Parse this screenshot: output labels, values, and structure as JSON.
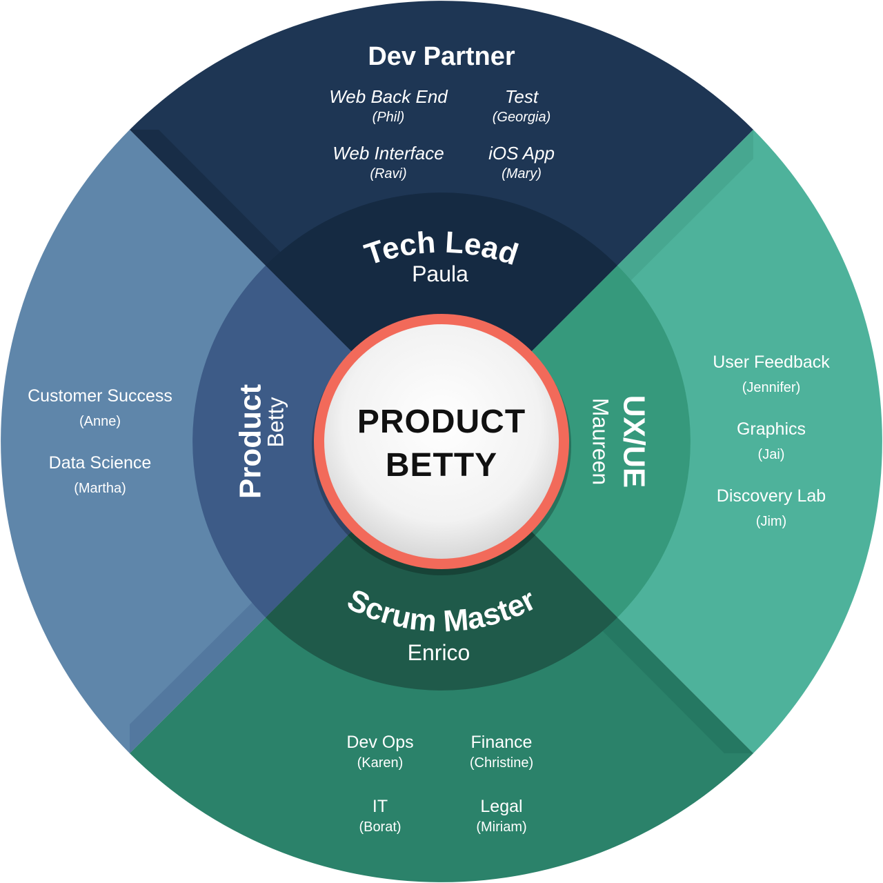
{
  "center": {
    "line1": "PRODUCT",
    "line2": "BETTY"
  },
  "colors": {
    "top_outer": "#1e3654",
    "top_inner": "#152a42",
    "left_outer": "#5f86aa",
    "left_inner": "#3d5b87",
    "right_outer": "#4eb29b",
    "right_inner": "#36997c",
    "bottom_outer": "#2b826a",
    "bottom_inner": "#1f5a4a",
    "center_ring": "#f26a5a"
  },
  "top": {
    "title": "Dev Partner",
    "items": [
      {
        "label": "Web Back End",
        "name": "(Phil)"
      },
      {
        "label": "Test",
        "name": "(Georgia)"
      },
      {
        "label": "Web Interface",
        "name": "(Ravi)"
      },
      {
        "label": "iOS App",
        "name": "(Mary)"
      }
    ],
    "role": {
      "title": "Tech Lead",
      "name": "Paula"
    }
  },
  "left": {
    "items": [
      {
        "label": "Customer Success",
        "name": "(Anne)"
      },
      {
        "label": "Data Science",
        "name": "(Martha)"
      }
    ],
    "role": {
      "title": "Product",
      "name": "Betty"
    }
  },
  "right": {
    "items": [
      {
        "label": "User Feedback",
        "name": "(Jennifer)"
      },
      {
        "label": "Graphics",
        "name": "(Jai)"
      },
      {
        "label": "Discovery Lab",
        "name": "(Jim)"
      }
    ],
    "role": {
      "title": "UX/UE",
      "name": "Maureen"
    }
  },
  "bottom": {
    "items": [
      {
        "label": "Dev Ops",
        "name": "(Karen)"
      },
      {
        "label": "Finance",
        "name": "(Christine)"
      },
      {
        "label": "IT",
        "name": "(Borat)"
      },
      {
        "label": "Legal",
        "name": "(Miriam)"
      }
    ],
    "role": {
      "title": "Scrum Master",
      "name": "Enrico"
    }
  }
}
